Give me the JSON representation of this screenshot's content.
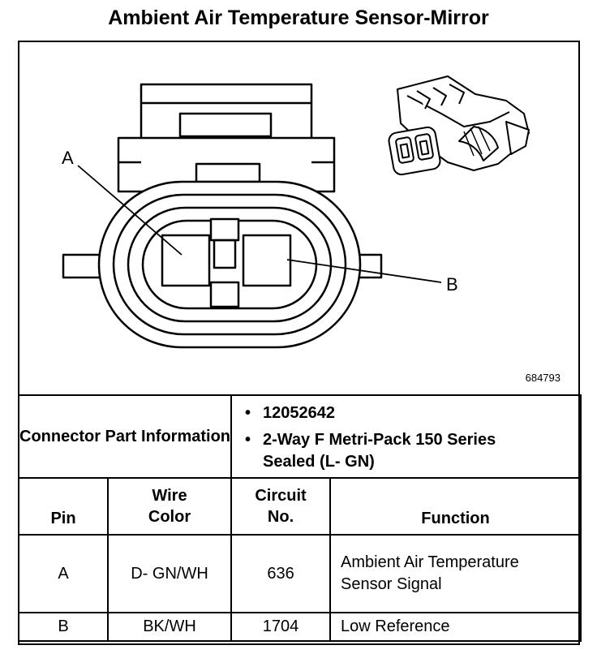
{
  "title": "Ambient Air Temperature Sensor-Mirror",
  "diagram": {
    "reference_number": "684793",
    "callouts": [
      "A",
      "B"
    ]
  },
  "connector_info": {
    "label": "Connector Part Information",
    "items": [
      "12052642",
      "2-Way F Metri-Pack 150 Series Sealed (L- GN)"
    ]
  },
  "pin_table": {
    "headers": {
      "pin": "Pin",
      "wire_color": "Wire Color",
      "circuit_no": "Circuit No.",
      "function": "Function"
    },
    "rows": [
      {
        "pin": "A",
        "wire_color": "D- GN/WH",
        "circuit": "636",
        "function": "Ambient Air Temperature Sensor Signal"
      },
      {
        "pin": "B",
        "wire_color": "BK/WH",
        "circuit": "1704",
        "function": "Low Reference"
      }
    ]
  }
}
